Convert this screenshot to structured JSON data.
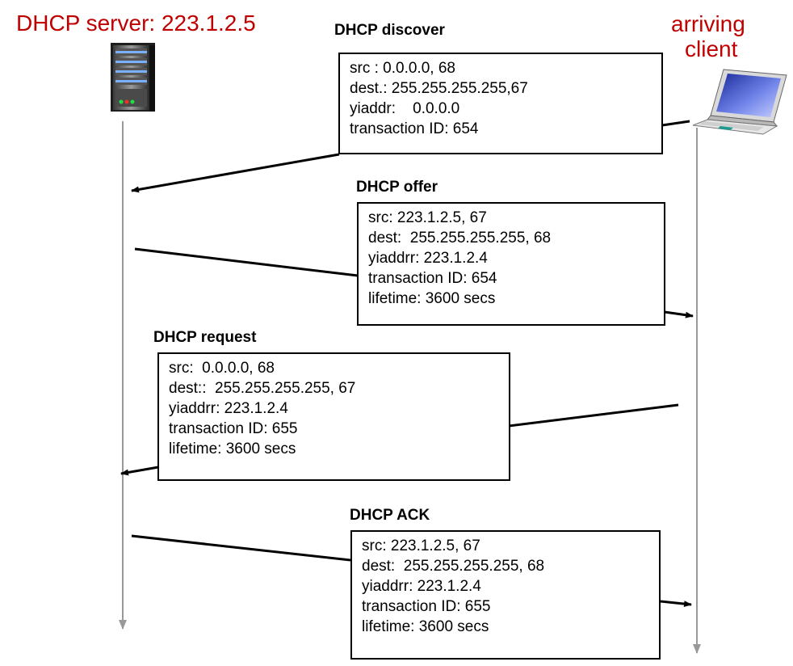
{
  "server_label": "DHCP server: 223.1.2.5",
  "client_label": [
    "arriving",
    "client"
  ],
  "messages": [
    {
      "title": "DHCP discover",
      "fields": [
        "src : 0.0.0.0, 68",
        "dest.: 255.255.255.255,67",
        "yiaddr:    0.0.0.0",
        "transaction ID: 654"
      ],
      "direction": "client-to-server"
    },
    {
      "title": "DHCP offer",
      "fields": [
        "src: 223.1.2.5, 67",
        "dest:  255.255.255.255, 68",
        "yiaddrr: 223.1.2.4",
        "transaction ID: 654",
        "lifetime: 3600 secs"
      ],
      "direction": "server-to-client"
    },
    {
      "title": "DHCP request",
      "fields": [
        "src:  0.0.0.0, 68",
        "dest::  255.255.255.255, 67",
        "yiaddrr: 223.1.2.4",
        "transaction ID: 655",
        "lifetime: 3600 secs"
      ],
      "direction": "client-to-server"
    },
    {
      "title": "DHCP ACK",
      "fields": [
        "src: 223.1.2.5, 67",
        "dest:  255.255.255.255, 68",
        "yiaddrr: 223.1.2.4",
        "transaction ID: 655",
        "lifetime: 3600 secs"
      ],
      "direction": "server-to-client"
    }
  ],
  "icons": {
    "server": "server-tower-icon",
    "client": "laptop-icon"
  },
  "colors": {
    "label_red": "#c00000",
    "timeline_gray": "#999999",
    "laptop_blue": "#3344cc"
  }
}
